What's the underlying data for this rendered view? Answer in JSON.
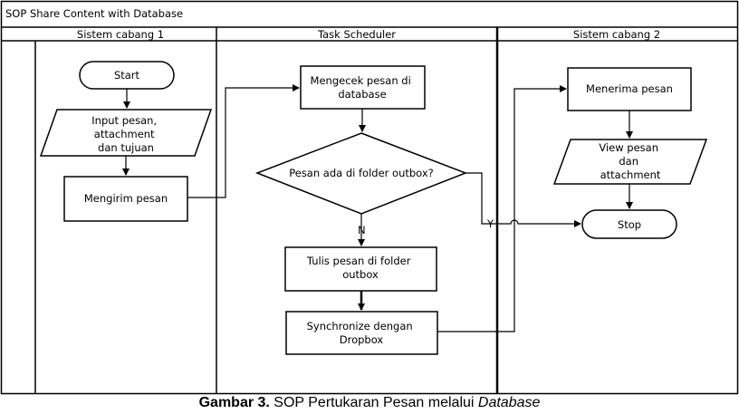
{
  "title": "SOP Share Content with Database",
  "lanes": [
    {
      "label": "Sistem cabang 1"
    },
    {
      "label": "Task Scheduler"
    },
    {
      "label": "Sistem cabang 2"
    }
  ],
  "nodes": {
    "start": "Start",
    "input": [
      "Input pesan,",
      "attachment",
      "dan tujuan"
    ],
    "send": "Mengirim pesan",
    "check": [
      "Mengecek pesan di",
      "database"
    ],
    "decision": "Pesan ada di folder outbox?",
    "write": [
      "Tulis pesan di folder",
      "outbox"
    ],
    "sync": [
      "Synchronize dengan",
      "Dropbox"
    ],
    "receive": "Menerima pesan",
    "view": [
      "View pesan",
      "dan",
      "attachment"
    ],
    "stop": "Stop"
  },
  "edge_labels": {
    "no": "N",
    "yes": "Y"
  },
  "caption": {
    "bold": "Gambar 3.",
    "text": " SOP Pertukaran Pesan melalui ",
    "italic": "Database"
  }
}
